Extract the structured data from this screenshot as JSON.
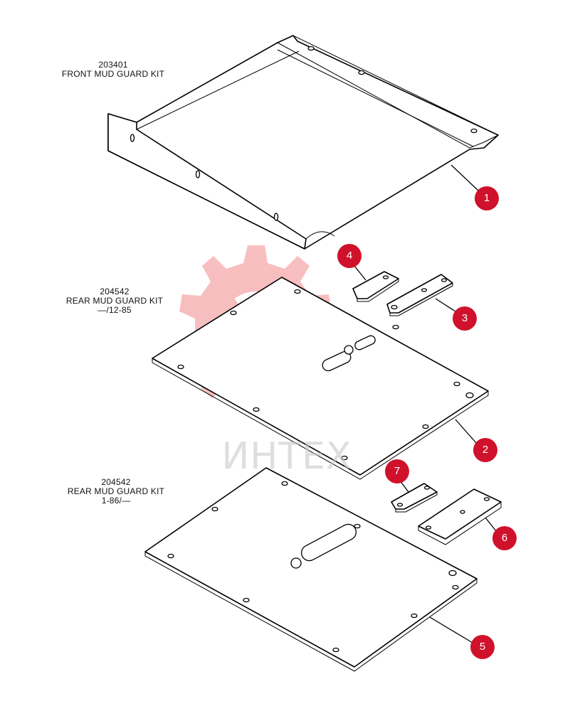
{
  "kits": [
    {
      "part_number": "203401",
      "name": "FRONT MUD GUARD KIT",
      "note": ""
    },
    {
      "part_number": "204542",
      "name": "REAR MUD GUARD KIT",
      "note": "—/12-85"
    },
    {
      "part_number": "204542",
      "name": "REAR MUD GUARD KIT",
      "note": "1-86/—"
    }
  ],
  "callouts": [
    "1",
    "2",
    "3",
    "4",
    "5",
    "6",
    "7"
  ],
  "watermark": {
    "text": "ИНТЕХ",
    "color": "#e8393b"
  },
  "colors": {
    "callout": "#d0112b",
    "line": "#000000"
  }
}
